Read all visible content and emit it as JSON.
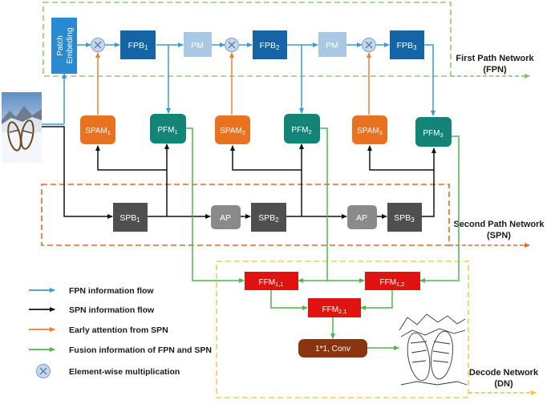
{
  "colors": {
    "fpn_flow": "#3a9ad9",
    "spn_flow": "#111111",
    "attention_flow": "#ee7d32",
    "fusion_flow": "#4cb848",
    "fpn_box": "#1565a6",
    "pm_box": "#a9c8e4",
    "spam_box": "#e8721f",
    "pfm_box": "#138576",
    "spb_box": "#4f4f4f",
    "ap_box": "#8a8a8a",
    "ffm_box": "#e01212",
    "conv_box": "#8a3510",
    "fpn_region": "#8ccf6a",
    "spn_region": "#e06a1e",
    "dn_region": "#f2cd4a"
  },
  "blocks": {
    "patch_embedding": {
      "line1": "Patch",
      "line2": "Embeding"
    },
    "fpb1": {
      "main": "FPB",
      "sub": "1"
    },
    "fpb2": {
      "main": "FPB",
      "sub": "2"
    },
    "fpb3": {
      "main": "FPB",
      "sub": "3"
    },
    "pm1": "PM",
    "pm2": "PM",
    "spam1": {
      "main": "SPAM",
      "sub": "1"
    },
    "spam2": {
      "main": "SPAM",
      "sub": "2"
    },
    "spam3": {
      "main": "SPAM",
      "sub": "3"
    },
    "pfm1": {
      "main": "PFM",
      "sub": "1"
    },
    "pfm2": {
      "main": "PFM",
      "sub": "2"
    },
    "pfm3": {
      "main": "PFM",
      "sub": "3"
    },
    "spb1": {
      "main": "SPB",
      "sub": "1"
    },
    "spb2": {
      "main": "SPB",
      "sub": "2"
    },
    "spb3": {
      "main": "SPB",
      "sub": "3"
    },
    "ap1": "AP",
    "ap2": "AP",
    "ffm11": {
      "main": "FFM",
      "sub": "1,1"
    },
    "ffm12": {
      "main": "FFM",
      "sub": "1,2"
    },
    "ffm21": {
      "main": "FFM",
      "sub": "2,1"
    },
    "conv": "1*1, Conv"
  },
  "networks": {
    "fpn": {
      "line1": "First Path Network",
      "line2": "(FPN)"
    },
    "spn": {
      "line1": "Second Path Network",
      "line2": "(SPN)"
    },
    "dn": {
      "line1": "Decode Network",
      "line2": "(DN)"
    }
  },
  "legend": {
    "fpn_flow": "FPN information flow",
    "spn_flow": "SPN information flow",
    "attention": "Early attention  from SPN",
    "fusion": "Fusion information of FPN and SPN",
    "multiply": "Element-wise multiplication"
  },
  "icons": {
    "multiply": "circled-x-icon",
    "input_image": "snowshoes-photo",
    "output_image": "snowshoes-sketch"
  }
}
